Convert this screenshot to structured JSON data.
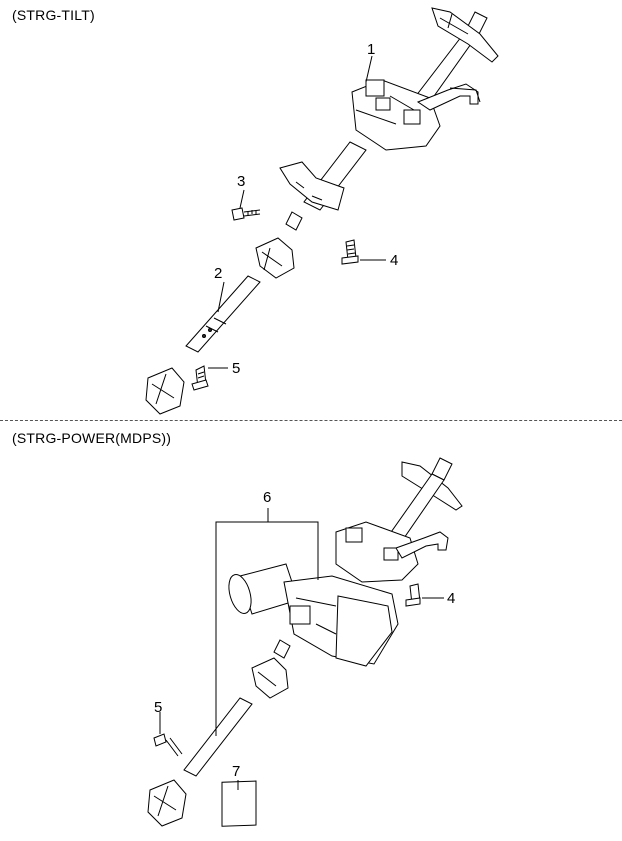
{
  "sections": [
    {
      "title": "(STRG-TILT)"
    },
    {
      "title": "(STRG-POWER(MDPS))"
    }
  ],
  "callouts": {
    "tilt": [
      "1",
      "2",
      "3",
      "4",
      "5"
    ],
    "power": [
      "4",
      "5",
      "6",
      "7"
    ]
  }
}
